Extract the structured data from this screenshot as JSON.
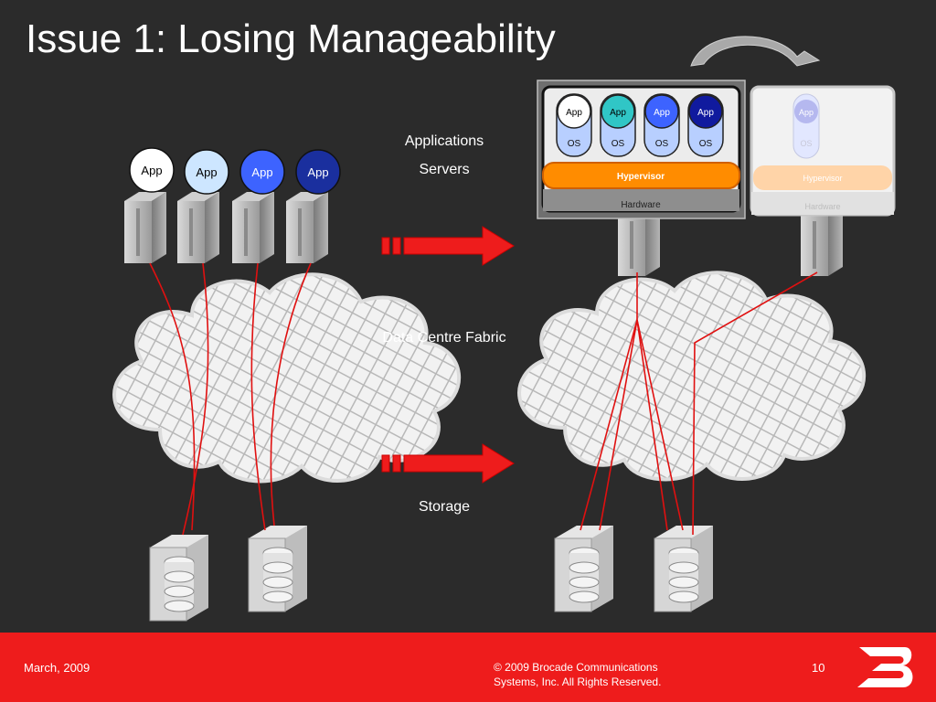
{
  "slide": {
    "title": "Issue 1: Losing Manageability"
  },
  "labels": {
    "applications": "Applications",
    "servers": "Servers",
    "fabric": "Data Centre Fabric",
    "storage": "Storage"
  },
  "left_apps": [
    "App",
    "App",
    "App",
    "App"
  ],
  "vm_apps": [
    "App",
    "App",
    "App",
    "App"
  ],
  "vm_os": [
    "OS",
    "OS",
    "OS",
    "OS"
  ],
  "hypervisor": "Hypervisor",
  "hardware": "Hardware",
  "ghost": {
    "app": "App",
    "os": "OS",
    "hypervisor": "Hypervisor",
    "hardware": "Hardware"
  },
  "footer": {
    "date": "March, 2009",
    "copyright_line1": "© 2009 Brocade Communications",
    "copyright_line2": "Systems, Inc. All Rights Reserved.",
    "page": "10"
  },
  "colors": {
    "background": "#2b2b2b",
    "footer": "#ee1c1c",
    "arrow": "#ee1c1c",
    "hypervisor": "#ff8c00",
    "link": "#e01010"
  }
}
